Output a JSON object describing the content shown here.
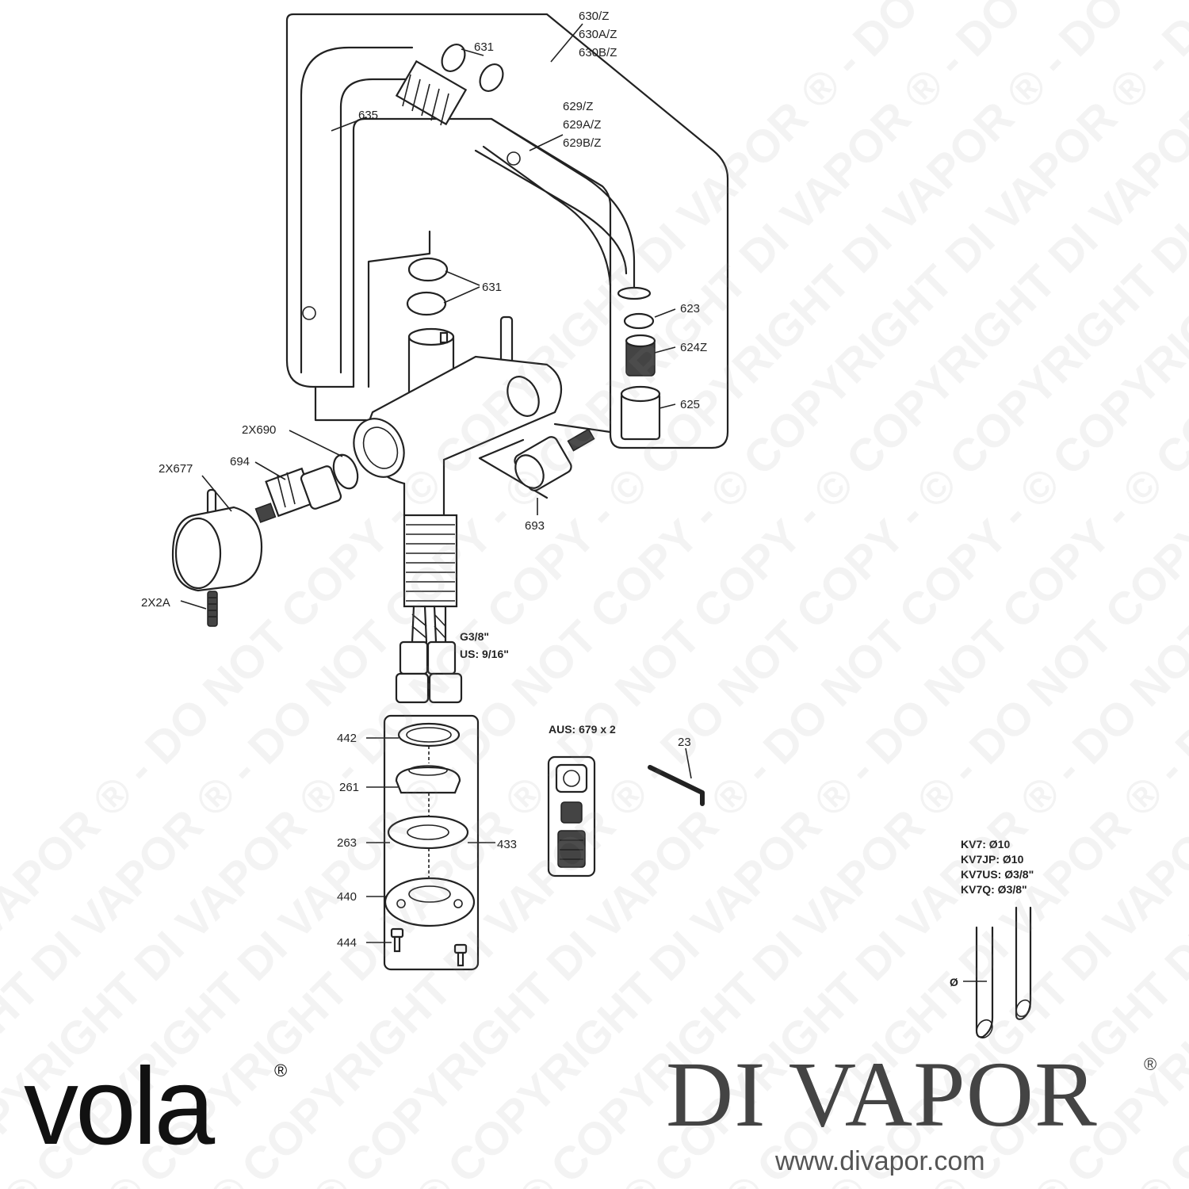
{
  "diagram": {
    "labels": {
      "l630": [
        "630/Z",
        "630A/Z",
        "630B/Z"
      ],
      "l631_top": "631",
      "l635": "635",
      "l629": [
        "629/Z",
        "629A/Z",
        "629B/Z"
      ],
      "l631_mid": "631",
      "l623": "623",
      "l624": "624Z",
      "l625": "625",
      "l2x690": "2X690",
      "l694": "694",
      "l2x677": "2X677",
      "l693": "693",
      "l2x2a": "2X2A",
      "lg38": [
        "G3/8\"",
        "US: 9/16\""
      ],
      "l442": "442",
      "l261": "261",
      "l263": "263",
      "l433": "433",
      "l440": "440",
      "l444": "444",
      "laus": "AUS: 679 x 2",
      "l23": "23",
      "lkv": [
        "KV7: Ø10",
        "KV7JP: Ø10",
        "KV7US: Ø3/8\"",
        "KV7Q: Ø3/8\""
      ],
      "ldia": "Ø"
    }
  },
  "brand": {
    "left_logo": "vola",
    "left_reg": "®",
    "right_name": "DI VAPOR",
    "right_reg": "®",
    "url": "www.divapor.com"
  },
  "watermark": {
    "text": "© COPYRIGHT DI VAPOR ® - DO NOT COPY - © COPYRIGHT DI VAPOR ® - DO NOT COPY - © COPYRIGHT DI VAPOR ® - DO NOT COPY -"
  }
}
